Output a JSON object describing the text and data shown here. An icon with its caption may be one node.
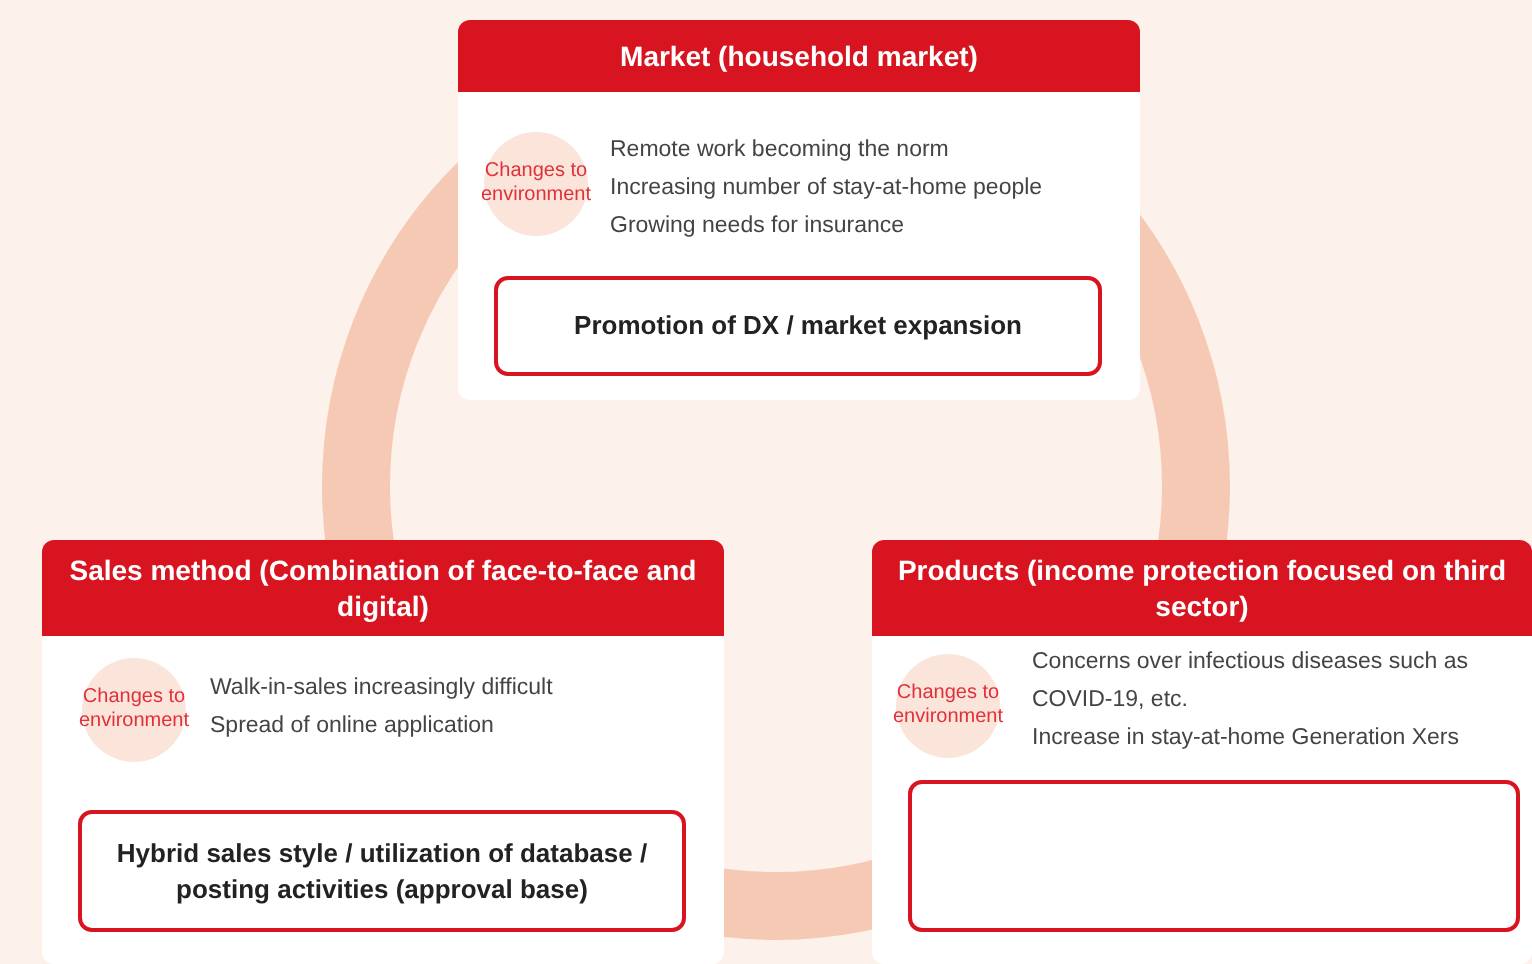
{
  "diagram": {
    "nodes": [
      {
        "text": [
          "Market (household market)"
        ]
      },
      {
        "text": [
          "Changes to environment"
        ],
        "in": 0,
        "beside": [
          "Remote work becoming the norm",
          "Increasing number of stay-at-home people",
          "Growing needs for insurance"
        ]
      },
      {
        "text": [
          "Promotion of DX / market expansion"
        ],
        "in": 0
      },
      {
        "text": [
          "Sales method (Combination of face-to-face and digital)"
        ]
      },
      {
        "text": [
          "Changes to environment"
        ],
        "in": 3,
        "beside": [
          "Walk-in-sales increasingly difficult",
          "Spread of online application"
        ]
      },
      {
        "text": [
          "Hybrid sales style / utilization of database / posting activities (approval base)"
        ],
        "in": 3
      },
      {
        "text": [
          "Products (income protection focused on third sector)"
        ]
      },
      {
        "text": [
          "Changes to environment"
        ],
        "in": 6,
        "beside": [
          "Concerns over infectious diseases such as COVID-19, etc.",
          "Increase in stay-at-home Generation Xers"
        ]
      },
      {
        "text": [],
        "shape": "box",
        "in": 6
      }
    ]
  }
}
